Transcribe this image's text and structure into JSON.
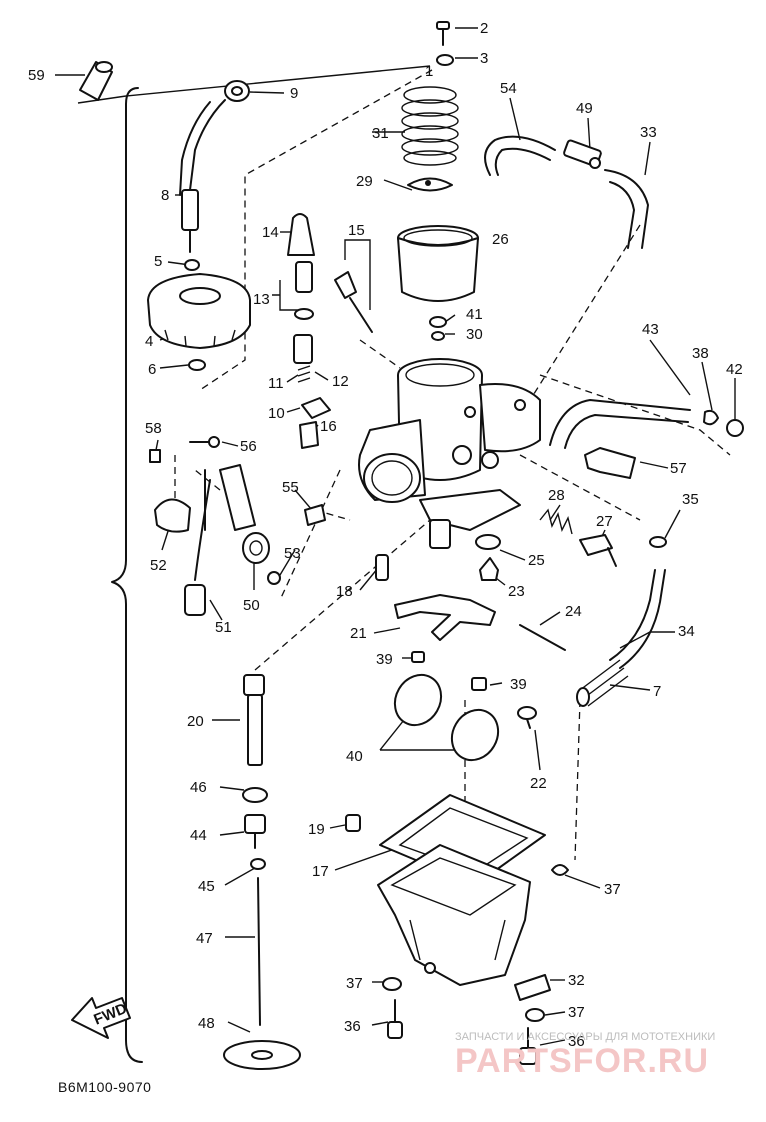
{
  "diagram": {
    "callouts": [
      "2",
      "3",
      "59",
      "9",
      "54",
      "49",
      "33",
      "1",
      "31",
      "29",
      "8",
      "5",
      "14",
      "15",
      "26",
      "13",
      "41",
      "30",
      "4",
      "6",
      "43",
      "38",
      "42",
      "11",
      "12",
      "10",
      "16",
      "58",
      "56",
      "57",
      "55",
      "28",
      "35",
      "52",
      "53",
      "25",
      "27",
      "18",
      "23",
      "50",
      "51",
      "34",
      "21",
      "24",
      "39",
      "39",
      "7",
      "20",
      "40",
      "22",
      "46",
      "19",
      "44",
      "17",
      "37",
      "45",
      "47",
      "37",
      "32",
      "37",
      "48",
      "36",
      "36"
    ],
    "drawing_code": "B6M100-9070",
    "fwd_label": "FWD"
  },
  "watermark": {
    "text_top": "ЗАПЧАСТИ И АКСЕССУАРЫ ДЛЯ МОТОТЕХНИКИ",
    "text_logo": "PARTSFOR.RU"
  }
}
